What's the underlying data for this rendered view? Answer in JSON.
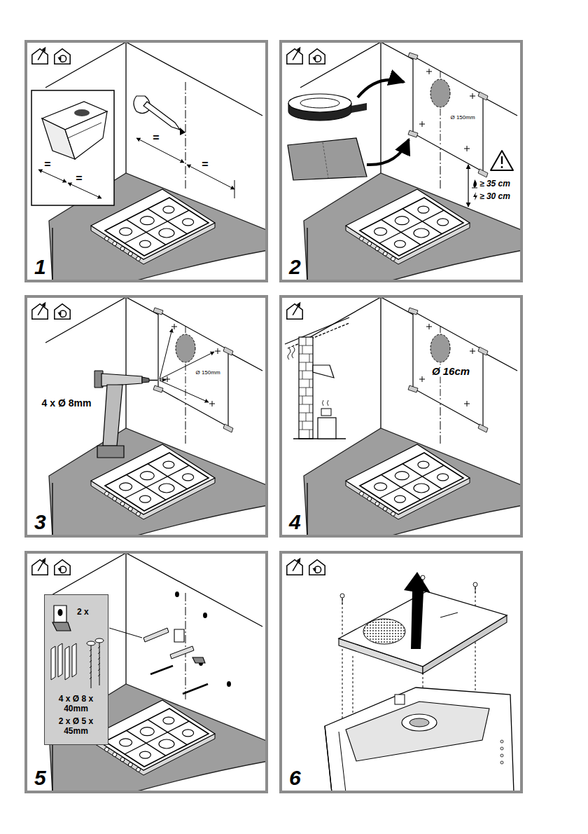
{
  "diagram": {
    "nodes": [
      {
        "text": [
          "1"
        ]
      },
      {
        "text": [
          "2"
        ]
      },
      {
        "text": [
          "3"
        ]
      },
      {
        "text": [
          "4"
        ]
      },
      {
        "text": [
          "5"
        ]
      },
      {
        "text": [
          "2 x",
          "4 x Ø 8 x 40mm",
          "2 x Ø 5 x 45mm"
        ],
        "in": 4
      },
      {
        "text": [
          "6"
        ]
      }
    ],
    "labels": [
      "=",
      "=",
      "=",
      "=",
      "Ø 150mm",
      "≥ 35 cm",
      "≥ 30 cm",
      "4 x Ø 8mm",
      "Ø 150mm",
      "Ø 16cm"
    ]
  }
}
